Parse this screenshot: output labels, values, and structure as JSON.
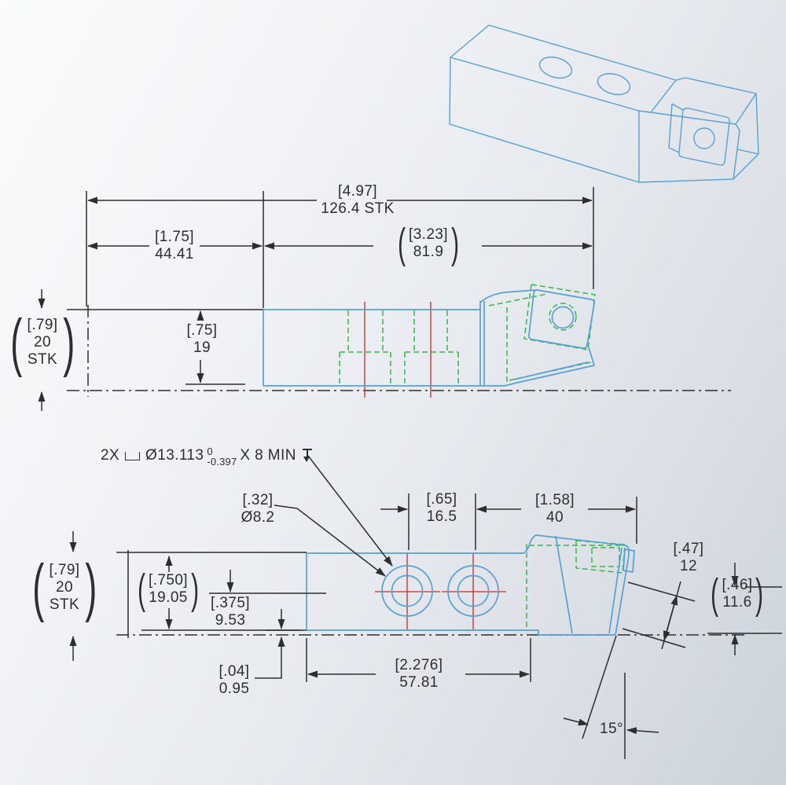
{
  "title": "Lathe tool holder detail drawing",
  "colors": {
    "part_edge": "#57a0d6",
    "hidden_line": "#3bb54a",
    "centerline": "#cc2a2a",
    "dimension": "#2e2e2e"
  },
  "views": {
    "iso": "isometric-view",
    "side": "side-view",
    "plan": "top-view"
  },
  "dims": {
    "overall_length": {
      "l1": "[4.97]",
      "l2": "126.4 STK"
    },
    "shank_length": {
      "l1": "[1.75]",
      "l2": "44.41"
    },
    "head_length_ref": {
      "paren_open": "(",
      "l1": "[3.23]",
      "l2": "81.9",
      "paren_close": ")"
    },
    "stock_height_side": {
      "paren_open": "(",
      "l1": "[.79]",
      "l2": "20",
      "l3": "STK",
      "paren_close": ")"
    },
    "body_height": {
      "l1": "[.75]",
      "l2": "19"
    },
    "cbore_callout": {
      "qty": "2X",
      "cbore_icon": "counterbore-icon",
      "dia": "Ø13.113",
      "tol_top": "0",
      "tol_bot": "-0.397",
      "suffix": "X 8 MIN",
      "depth_icon": "depth-icon"
    },
    "hole_diameter": {
      "l1": "[.32]",
      "l2": "Ø8.2"
    },
    "hole_spacing": {
      "l1": "[.65]",
      "l2": "16.5"
    },
    "head_length": {
      "l1": "[1.58]",
      "l2": "40"
    },
    "stock_width_plan": {
      "paren_open": "(",
      "l1": "[.79]",
      "l2": "20",
      "l3": "STK",
      "paren_close": ")"
    },
    "body_width_ref": {
      "paren_open": "(",
      "l1": "[.750]",
      "l2": "19.05",
      "paren_close": ")"
    },
    "center_offset": {
      "l1": "[.375]",
      "l2": "9.53"
    },
    "edge_step": {
      "l1": "[.04]",
      "l2": "0.95"
    },
    "pocket_length": {
      "l1": "[2.276]",
      "l2": "57.81"
    },
    "head_depth": {
      "l1": "[.47]",
      "l2": "12"
    },
    "tip_height_ref": {
      "paren_open": "(",
      "l1": "[.46]",
      "l2": "11.6",
      "paren_close": ")"
    },
    "insert_angle": {
      "label": "15°"
    }
  }
}
